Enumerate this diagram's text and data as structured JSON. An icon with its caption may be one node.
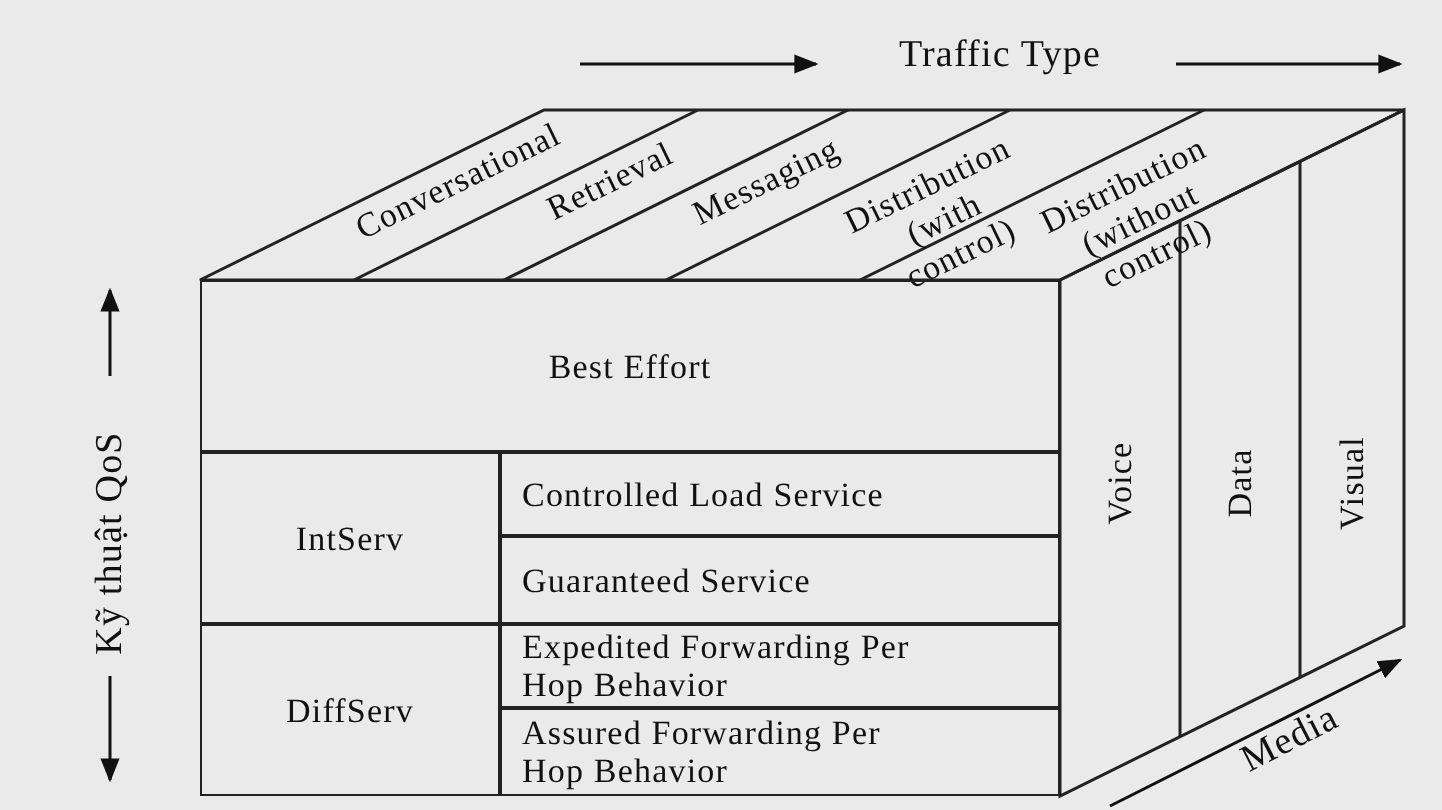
{
  "diagram": {
    "nodes": [
      {
        "text": [
          "Conversational"
        ]
      },
      {
        "text": [
          "Retrieval"
        ]
      },
      {
        "text": [
          "Messaging"
        ]
      },
      {
        "text": [
          "Distribution (with control)"
        ]
      },
      {
        "text": [
          "Distribution (without control)"
        ]
      },
      {
        "text": [
          "Best Effort"
        ]
      },
      {
        "text": [
          "IntServ"
        ]
      },
      {
        "text": [
          "Controlled Load Service"
        ]
      },
      {
        "text": [
          "Guaranteed Service"
        ]
      },
      {
        "text": [
          "DiffServ"
        ]
      },
      {
        "text": [
          "Expedited Forwarding Per Hop Behavior"
        ]
      },
      {
        "text": [
          "Assured Forwarding Per Hop Behavior"
        ]
      },
      {
        "text": [
          "Voice"
        ]
      },
      {
        "text": [
          "Data"
        ]
      },
      {
        "text": [
          "Visual"
        ]
      }
    ],
    "edges": [],
    "labels": [
      "Traffic Type",
      "Kỹ thuật QoS",
      "Media"
    ]
  }
}
